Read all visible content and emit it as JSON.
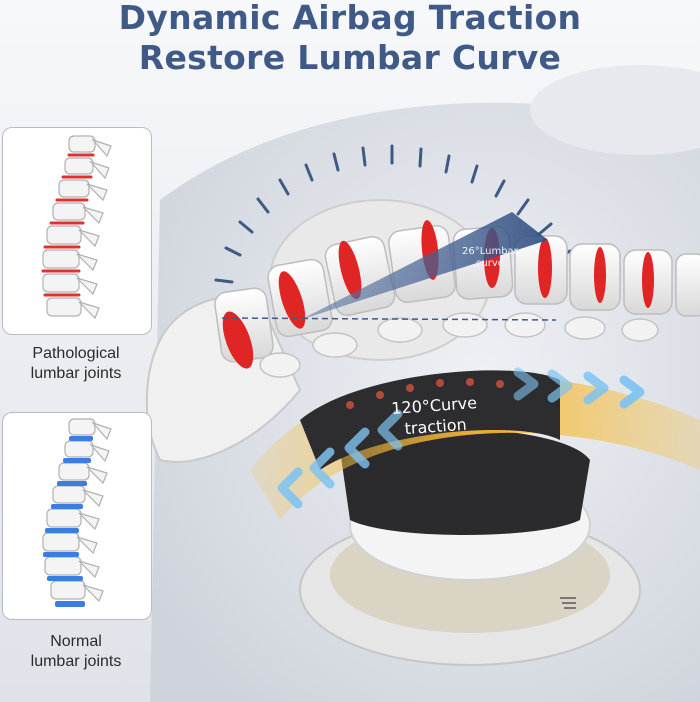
{
  "title": {
    "line1": "Dynamic Airbag Traction",
    "line2": "Restore Lumbar Curve"
  },
  "panels": [
    {
      "caption_line1": "Pathological",
      "caption_line2": "lumbar joints",
      "disc_color": "#e03131"
    },
    {
      "caption_line1": "Normal",
      "caption_line2": "lumbar joints",
      "disc_color": "#3b7de0"
    }
  ],
  "angle_label": {
    "line1": "26°Lumbar",
    "line2": "curve"
  },
  "traction_label": {
    "line1": "120°Curve",
    "line2": "traction"
  },
  "colors": {
    "title": "#3f5a86",
    "gauge": "#3f5a86",
    "pathological_disc": "#e03131",
    "normal_disc": "#3b7de0",
    "arrows": "#7fc3f0",
    "glow": "#f0b43a"
  },
  "icons": [
    "lumbar-traction-device",
    "spine-illustration",
    "airbag-pad",
    "chevron-arrows",
    "button-icon"
  ]
}
